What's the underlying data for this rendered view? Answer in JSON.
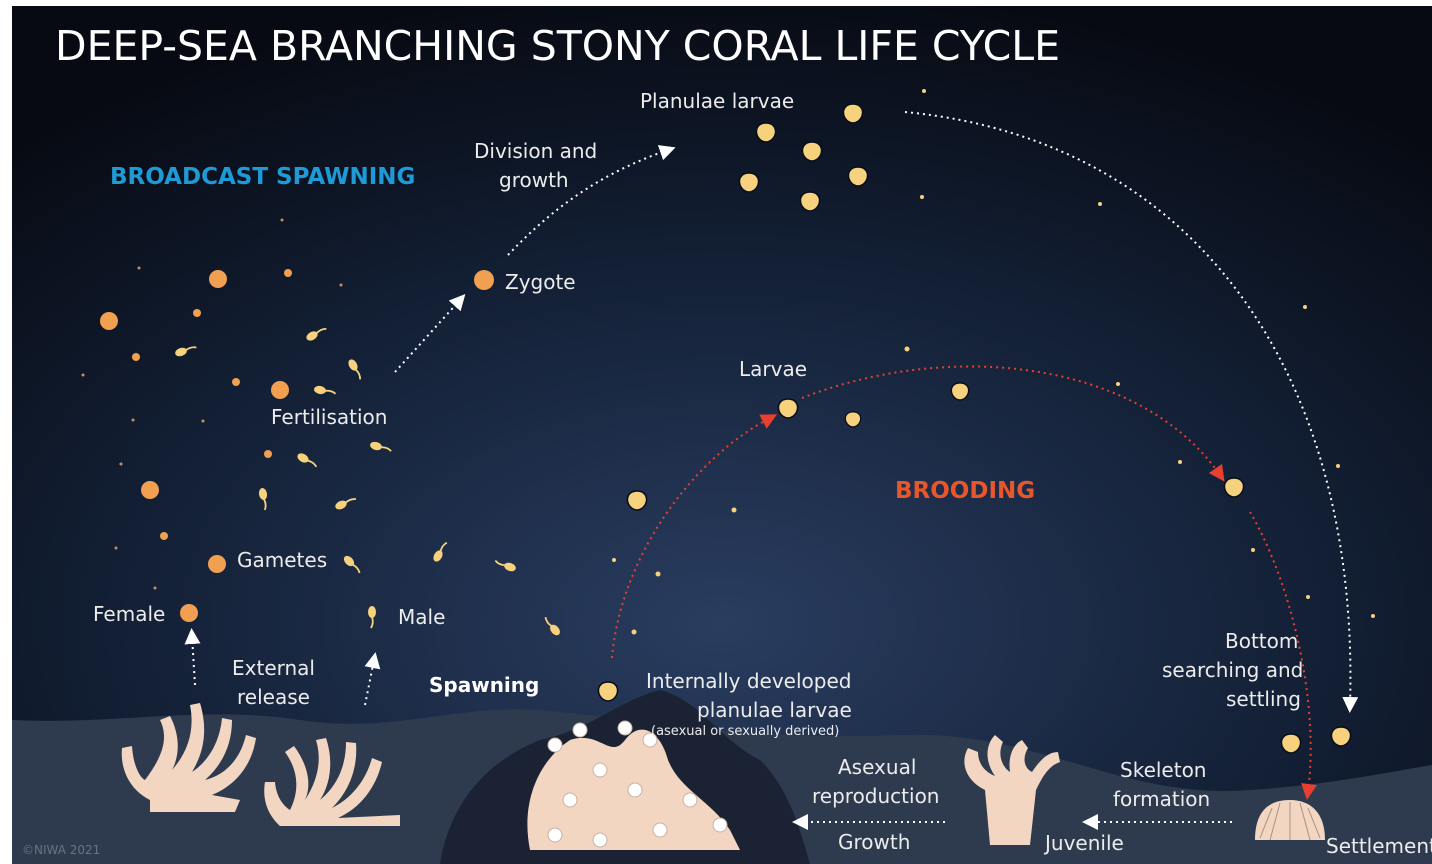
{
  "title": "DEEP-SEA BRANCHING STONY CORAL LIFE CYCLE",
  "sections": {
    "broadcast_spawning": "BROADCAST SPAWNING",
    "brooding": "BROODING"
  },
  "labels": {
    "planulae_larvae": "Planulae larvae",
    "division_1": "Division and",
    "division_2": "growth",
    "zygote": "Zygote",
    "fertilisation": "Fertilisation",
    "larvae": "Larvae",
    "gametes": "Gametes",
    "female": "Female",
    "male": "Male",
    "external_1": "External",
    "external_2": "release",
    "spawning": "Spawning",
    "internal_1": "Internally developed",
    "internal_2": "planulae larvae",
    "internal_note": "(asexual or sexually derived)",
    "bottom_1": "Bottom",
    "bottom_2": "searching and",
    "bottom_3": "settling",
    "asexual_1": "Asexual",
    "asexual_2": "reproduction",
    "growth": "Growth",
    "skeleton_1": "Skeleton",
    "skeleton_2": "formation",
    "juvenile": "Juvenile",
    "settlement": "Settlement"
  },
  "credit": "©NIWA 2021",
  "colors": {
    "background_top": "#080b14",
    "background_glow": "#26395c",
    "seafloor": "#2e3b4f",
    "broadcast_heading": "#1e9ad6",
    "brooding_heading": "#e8572b",
    "egg": "#f0a050",
    "sperm_larva": "#f7d27e",
    "coral": "#f2d6c2",
    "arrow_white": "#ffffff",
    "arrow_red": "#e84030"
  }
}
